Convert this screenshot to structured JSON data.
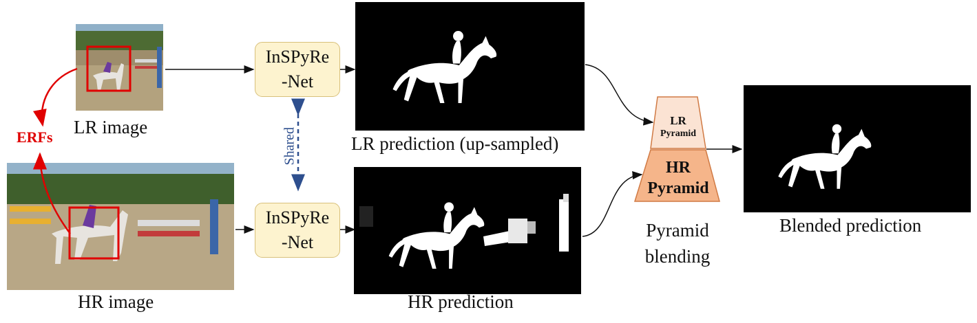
{
  "inputs": {
    "lr_label": "LR image",
    "hr_label": "HR image"
  },
  "network": {
    "top_line1": "InSPyRe",
    "top_line2": "-Net",
    "bottom_line1": "InSPyRe",
    "bottom_line2": "-Net",
    "shared_label": "Shared"
  },
  "erfs_label": "ERFs",
  "predictions": {
    "lr_label": "LR prediction (up-sampled)",
    "hr_label": "HR prediction"
  },
  "pyramid": {
    "lr_line1": "LR",
    "lr_line2": "Pyramid",
    "hr_line1": "HR",
    "hr_line2": "Pyramid",
    "blending_line1": "Pyramid",
    "blending_line2": "blending"
  },
  "output": {
    "label": "Blended prediction"
  },
  "colors": {
    "network_fill": "#fdf3cf",
    "network_border": "#d8c07a",
    "erf_red": "#e00000",
    "shared_blue": "#2e4f8e",
    "pyramid_top": "#fbe3d3",
    "pyramid_bottom": "#f5b58a",
    "pyramid_border": "#d07a44"
  }
}
